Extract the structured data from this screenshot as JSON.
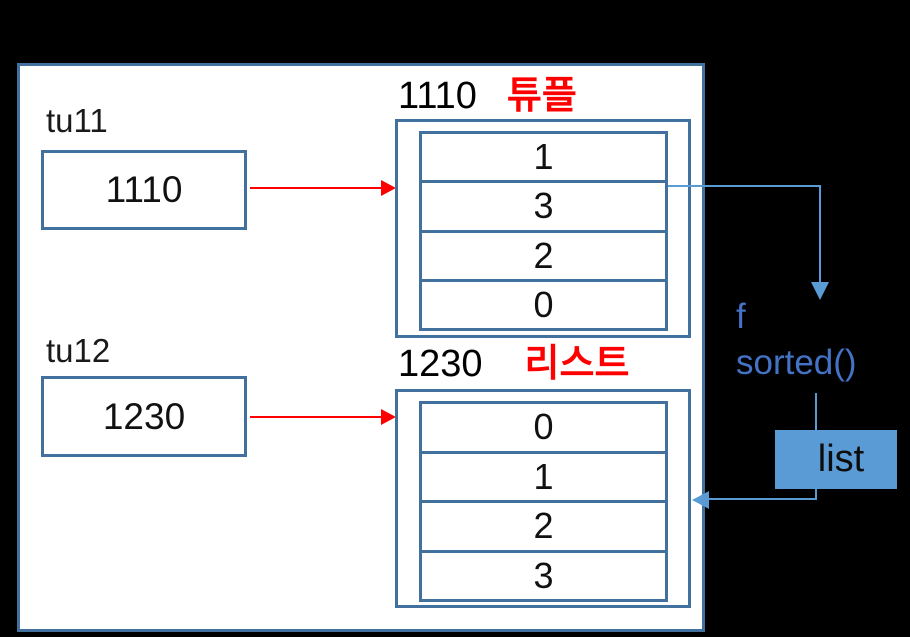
{
  "colors": {
    "background": "#000000",
    "panel_background": "#FFFFFF",
    "box_border": "#41719C",
    "pointer_arrow_red": "#FF0000",
    "flow_line_blue": "#5B9BD5",
    "function_text_blue": "#4472C4",
    "type_label_red": "#FF0000",
    "result_badge_fill": "#5B9BD5"
  },
  "variables": [
    {
      "name": "tu11",
      "value": "1110"
    },
    {
      "name": "tu12",
      "value": "1230"
    }
  ],
  "tuple_object": {
    "address": "1110",
    "type_label": "튜플",
    "cells": [
      "1",
      "3",
      "2",
      "0"
    ]
  },
  "list_object": {
    "address": "1230",
    "type_label": "리스트",
    "cells": [
      "0",
      "1",
      "2",
      "3"
    ]
  },
  "flow": {
    "function_marker": "f",
    "function_name": "sorted()",
    "result_label": "list"
  }
}
